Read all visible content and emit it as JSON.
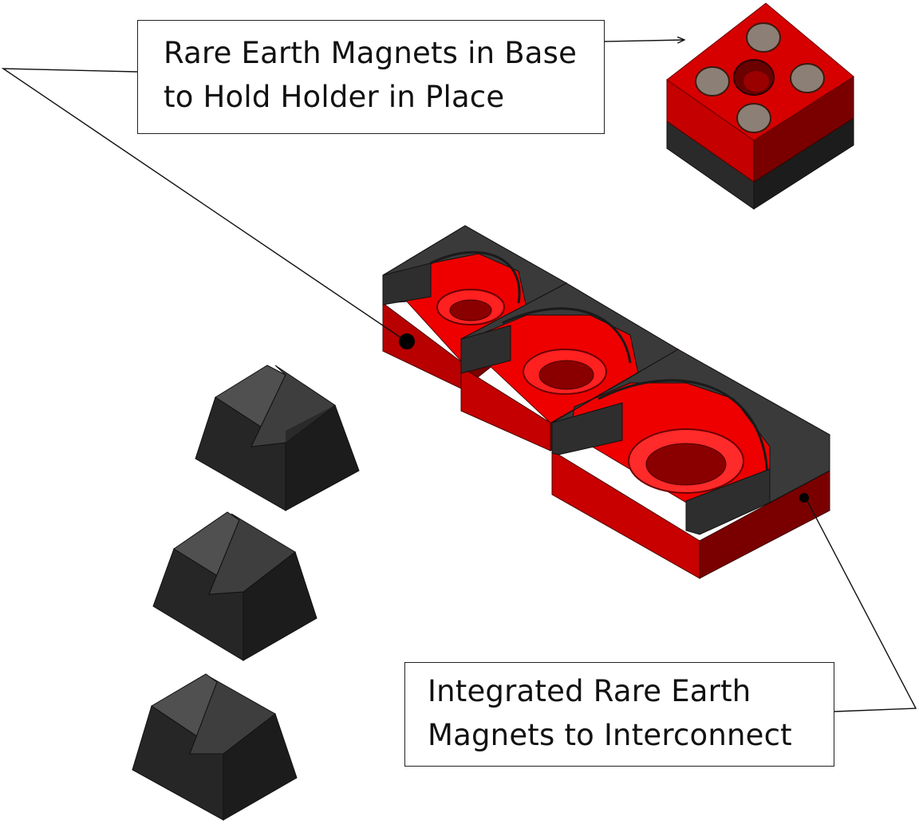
{
  "callouts": {
    "top": {
      "line1": "Rare Earth Magnets in Base",
      "line2": "to Hold Holder in Place"
    },
    "bottom": {
      "line1": "Integrated Rare Earth",
      "line2": "Magnets to Interconnect"
    }
  },
  "colors": {
    "red_top": "#f20000",
    "red_front": "#c20000",
    "red_side": "#7a0000",
    "dark_top": "#4a4a4a",
    "dark_front": "#2b2b2b",
    "dark_side": "#1e1e1e",
    "magnet": "#8a7d74",
    "leader_line": "#111111"
  }
}
